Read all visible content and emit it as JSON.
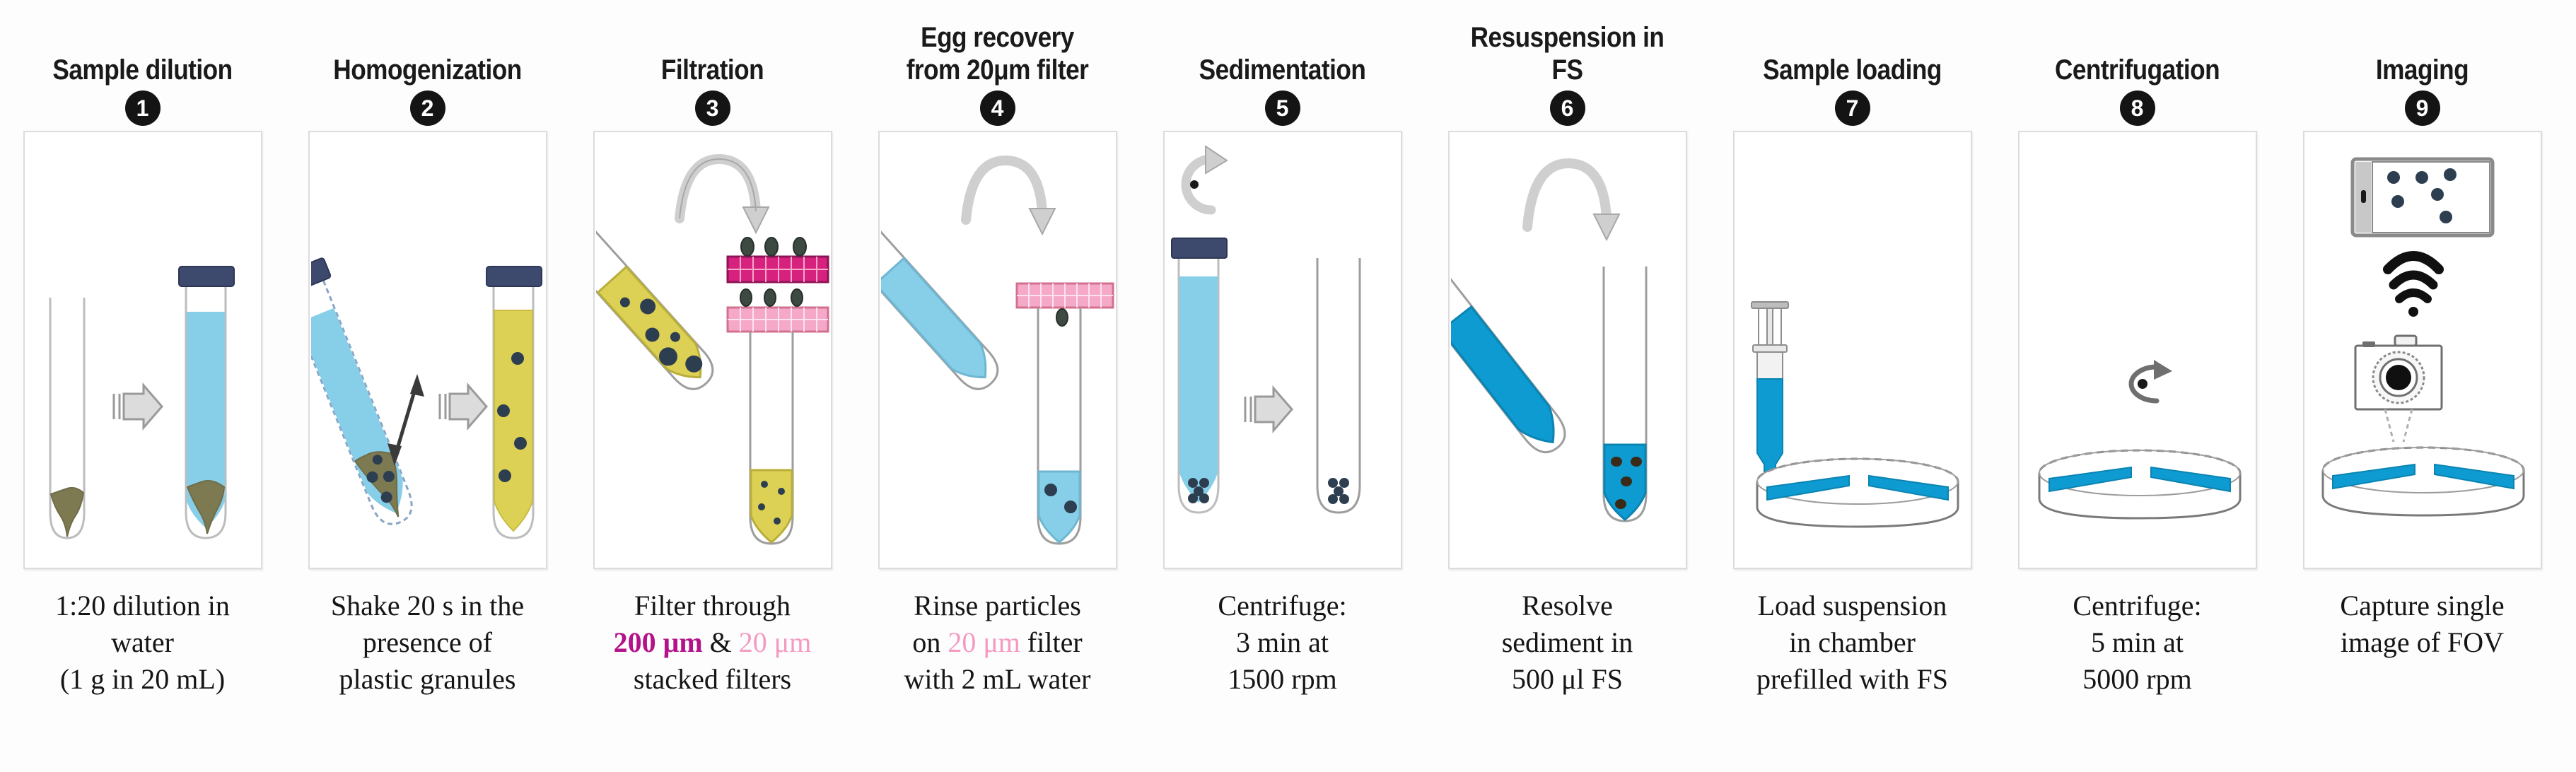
{
  "diagram": {
    "kind": "laboratory-workflow",
    "step_count": 9,
    "palette": {
      "cap_navy": "#3d4a6e",
      "water_light_blue": "#87cfe8",
      "sediment_olive": "#7d7a52",
      "suspension_yellow": "#ddd155",
      "egg_dark_navy": "#2c3e50",
      "filter_200um_magenta": "#d6217f",
      "filter_20um_pink": "#f5a8c8",
      "fs_bright_blue": "#0e9bd1",
      "arrow_gray": "#d8d8d8",
      "badge_black": "#141414",
      "caption_magenta": "#b3138a",
      "caption_pink": "#f49ac2"
    }
  },
  "steps": [
    {
      "number": "1",
      "title_line1": "Sample dilution",
      "title_line2": "",
      "caption_line1": "1:20 dilution in",
      "caption_line2": "water",
      "caption_line3": "(1 g in 20 mL)",
      "icons": [
        "empty-tube-icon",
        "right-arrow-icon",
        "capped-tube-with-water-icon",
        "sediment-icon"
      ]
    },
    {
      "number": "2",
      "title_line1": "Homogenization",
      "title_line2": "",
      "caption_line1": "Shake 20 s in the",
      "caption_line2": "presence of",
      "caption_line3": "plastic granules",
      "icons": [
        "tilted-shaking-tube-icon",
        "double-headed-arrow-icon",
        "right-arrow-icon",
        "homogenized-yellow-tube-icon"
      ]
    },
    {
      "number": "3",
      "title_line1": "Filtration",
      "title_line2": "",
      "caption_line1": "Filter through",
      "caption_seg_magenta": "200 μm",
      "caption_seg_mid": " & ",
      "caption_seg_pink": "20 μm",
      "caption_line3": "stacked filters",
      "icons": [
        "pouring-tube-icon",
        "curved-pour-arrow-icon",
        "magenta-filter-mesh-icon",
        "pink-filter-mesh-icon",
        "collection-tube-icon"
      ]
    },
    {
      "number": "4",
      "title_line1": "Egg recovery",
      "title_line2": "from 20μm filter",
      "caption_line1": "Rinse particles",
      "caption_seg_pre": "on ",
      "caption_seg_pink": "20 μm",
      "caption_seg_post": " filter",
      "caption_line3": "with 2 mL water",
      "icons": [
        "rinse-tube-icon",
        "curved-pour-arrow-icon",
        "pink-filter-mesh-icon",
        "collection-tube-icon"
      ]
    },
    {
      "number": "5",
      "title_line1": "Sedimentation",
      "title_line2": "",
      "caption_line1": "Centrifuge:",
      "caption_line2": "3 min at",
      "caption_line3": "1500 rpm",
      "icons": [
        "rotation-arrow-icon",
        "capped-tube-with-pellet-icon",
        "right-arrow-icon",
        "decanted-tube-with-pellet-icon"
      ]
    },
    {
      "number": "6",
      "title_line1": "Resuspension in",
      "title_line2": "FS",
      "caption_line1": "Resolve",
      "caption_line2": "sediment in",
      "caption_line3": "500 μl FS",
      "icons": [
        "curved-pour-arrow-icon",
        "tilted-fs-tube-icon",
        "tube-with-resuspended-eggs-icon"
      ]
    },
    {
      "number": "7",
      "title_line1": "Sample loading",
      "title_line2": "",
      "caption_line1": "Load suspension",
      "caption_line2": "in chamber",
      "caption_line3": "prefilled with FS",
      "icons": [
        "syringe-icon",
        "counting-chamber-icon"
      ]
    },
    {
      "number": "8",
      "title_line1": "Centrifugation",
      "title_line2": "",
      "caption_line1": "Centrifuge:",
      "caption_line2": "5 min at",
      "caption_line3": "5000 rpm",
      "icons": [
        "rotation-arrow-icon",
        "counting-chamber-icon"
      ]
    },
    {
      "number": "9",
      "title_line1": "Imaging",
      "title_line2": "",
      "caption_line1": "Capture single",
      "caption_line2": "image of FOV",
      "caption_line3": "",
      "icons": [
        "tablet-screen-with-eggs-icon",
        "wifi-icon",
        "camera-icon",
        "counting-chamber-icon"
      ]
    }
  ]
}
